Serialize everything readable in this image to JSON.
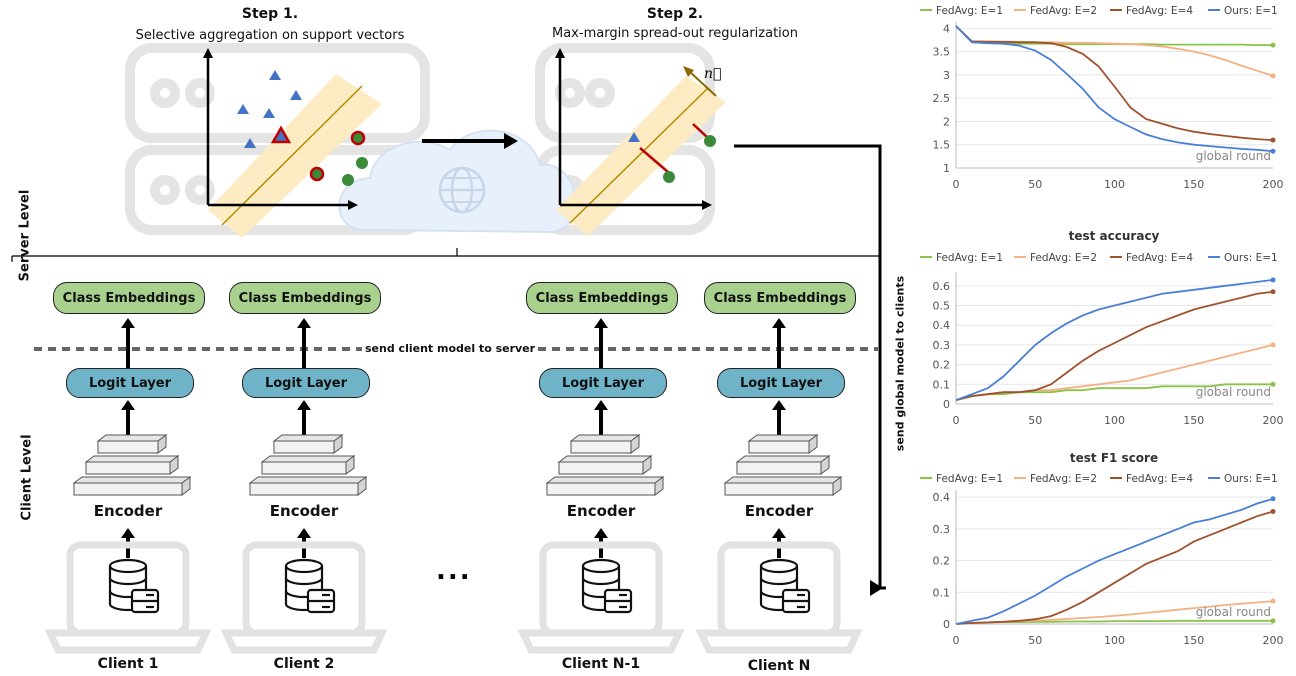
{
  "server": {
    "level_label": "Server Level",
    "step1_title": "Step 1.",
    "step1_sub": "Selective aggregation on support vectors",
    "step2_title": "Step 2.",
    "step2_sub": "Max-margin spread-out regularization",
    "normal_label": "n⃗"
  },
  "client": {
    "level_label": "Client Level",
    "send_to_server": "send client model to server",
    "send_to_clients": "send global model to clients",
    "class_embeddings": "Class Embeddings",
    "logit_layer": "Logit Layer",
    "encoder": "Encoder",
    "ellipsis": "...",
    "clients": [
      "Client 1",
      "Client 2",
      "Client N-1",
      "Client N"
    ]
  },
  "colors": {
    "fedavg_e1": "#8bc34a",
    "fedavg_e2": "#f4b183",
    "fedavg_e4": "#a0522d",
    "ours": "#4a7fd8",
    "class_embeddings_fill": "#a9d18e",
    "logit_fill": "#6fb3c8"
  },
  "chart_data": [
    {
      "type": "line",
      "title": "",
      "annotation": "global round",
      "x": [
        0,
        10,
        20,
        30,
        40,
        50,
        60,
        70,
        80,
        90,
        100,
        110,
        120,
        130,
        140,
        150,
        160,
        170,
        180,
        190,
        200
      ],
      "xticks": [
        "0",
        "50",
        "100",
        "150",
        "200"
      ],
      "yticks": [
        "1",
        "1.5",
        "2",
        "2.5",
        "3",
        "3.5",
        "4"
      ],
      "ylim": [
        1,
        4.05
      ],
      "xlim": [
        0,
        200
      ],
      "legend": "top",
      "series": [
        {
          "name": "FedAvg: E=1",
          "values": [
            4.05,
            3.7,
            3.68,
            3.68,
            3.67,
            3.67,
            3.67,
            3.66,
            3.66,
            3.66,
            3.66,
            3.66,
            3.66,
            3.65,
            3.65,
            3.65,
            3.65,
            3.65,
            3.65,
            3.64,
            3.64
          ]
        },
        {
          "name": "FedAvg: E=2",
          "values": [
            4.05,
            3.72,
            3.72,
            3.71,
            3.71,
            3.7,
            3.7,
            3.69,
            3.69,
            3.68,
            3.67,
            3.66,
            3.64,
            3.61,
            3.56,
            3.5,
            3.42,
            3.32,
            3.2,
            3.09,
            2.98
          ]
        },
        {
          "name": "FedAvg: E=4",
          "values": [
            4.05,
            3.72,
            3.71,
            3.71,
            3.7,
            3.7,
            3.68,
            3.6,
            3.45,
            3.18,
            2.75,
            2.3,
            2.05,
            1.95,
            1.85,
            1.78,
            1.73,
            1.69,
            1.65,
            1.62,
            1.6
          ]
        },
        {
          "name": "Ours: E=1",
          "values": [
            4.05,
            3.7,
            3.68,
            3.67,
            3.63,
            3.52,
            3.32,
            3.02,
            2.7,
            2.3,
            2.05,
            1.88,
            1.72,
            1.62,
            1.55,
            1.5,
            1.47,
            1.44,
            1.41,
            1.39,
            1.36
          ]
        }
      ]
    },
    {
      "type": "line",
      "title": "test accuracy",
      "annotation": "global round",
      "x": [
        0,
        10,
        20,
        30,
        40,
        50,
        60,
        70,
        80,
        90,
        100,
        110,
        120,
        130,
        140,
        150,
        160,
        170,
        180,
        190,
        200
      ],
      "xticks": [
        "0",
        "50",
        "100",
        "150",
        "200"
      ],
      "yticks": [
        "0",
        "0.1",
        "0.2",
        "0.3",
        "0.4",
        "0.5",
        "0.6"
      ],
      "ylim": [
        0,
        0.65
      ],
      "xlim": [
        0,
        200
      ],
      "legend": "top",
      "series": [
        {
          "name": "FedAvg: E=1",
          "values": [
            0.02,
            0.04,
            0.05,
            0.05,
            0.06,
            0.06,
            0.06,
            0.07,
            0.07,
            0.08,
            0.08,
            0.08,
            0.08,
            0.09,
            0.09,
            0.09,
            0.09,
            0.1,
            0.1,
            0.1,
            0.1
          ]
        },
        {
          "name": "FedAvg: E=2",
          "values": [
            0.02,
            0.04,
            0.05,
            0.06,
            0.06,
            0.07,
            0.07,
            0.08,
            0.09,
            0.1,
            0.11,
            0.12,
            0.14,
            0.16,
            0.18,
            0.2,
            0.22,
            0.24,
            0.26,
            0.28,
            0.3
          ]
        },
        {
          "name": "FedAvg: E=4",
          "values": [
            0.02,
            0.04,
            0.05,
            0.06,
            0.06,
            0.07,
            0.1,
            0.16,
            0.22,
            0.27,
            0.31,
            0.35,
            0.39,
            0.42,
            0.45,
            0.48,
            0.5,
            0.52,
            0.54,
            0.56,
            0.57
          ]
        },
        {
          "name": "Ours: E=1",
          "values": [
            0.02,
            0.05,
            0.08,
            0.14,
            0.22,
            0.3,
            0.36,
            0.41,
            0.45,
            0.48,
            0.5,
            0.52,
            0.54,
            0.56,
            0.57,
            0.58,
            0.59,
            0.6,
            0.61,
            0.62,
            0.63
          ]
        }
      ]
    },
    {
      "type": "line",
      "title": "test F1 score",
      "annotation": "global round",
      "x": [
        0,
        10,
        20,
        30,
        40,
        50,
        60,
        70,
        80,
        90,
        100,
        110,
        120,
        130,
        140,
        150,
        160,
        170,
        180,
        190,
        200
      ],
      "xticks": [
        "0",
        "50",
        "100",
        "150",
        "200"
      ],
      "yticks": [
        "0",
        "0.1",
        "0.2",
        "0.3",
        "0.4"
      ],
      "ylim": [
        0,
        0.41
      ],
      "xlim": [
        0,
        200
      ],
      "legend": "top",
      "series": [
        {
          "name": "FedAvg: E=1",
          "values": [
            0,
            0.003,
            0.005,
            0.006,
            0.006,
            0.007,
            0.007,
            0.008,
            0.008,
            0.008,
            0.009,
            0.009,
            0.009,
            0.009,
            0.01,
            0.01,
            0.01,
            0.01,
            0.01,
            0.01,
            0.01
          ]
        },
        {
          "name": "FedAvg: E=2",
          "values": [
            0,
            0.003,
            0.005,
            0.007,
            0.009,
            0.011,
            0.013,
            0.016,
            0.019,
            0.022,
            0.026,
            0.03,
            0.035,
            0.04,
            0.045,
            0.05,
            0.055,
            0.06,
            0.064,
            0.068,
            0.072
          ]
        },
        {
          "name": "FedAvg: E=4",
          "values": [
            0,
            0.003,
            0.005,
            0.007,
            0.01,
            0.015,
            0.025,
            0.045,
            0.07,
            0.1,
            0.13,
            0.16,
            0.19,
            0.21,
            0.23,
            0.26,
            0.28,
            0.3,
            0.32,
            0.34,
            0.355
          ]
        },
        {
          "name": "Ours: E=1",
          "values": [
            0,
            0.01,
            0.02,
            0.04,
            0.065,
            0.09,
            0.12,
            0.15,
            0.175,
            0.2,
            0.22,
            0.24,
            0.26,
            0.28,
            0.3,
            0.32,
            0.33,
            0.345,
            0.36,
            0.38,
            0.395
          ]
        }
      ]
    }
  ]
}
